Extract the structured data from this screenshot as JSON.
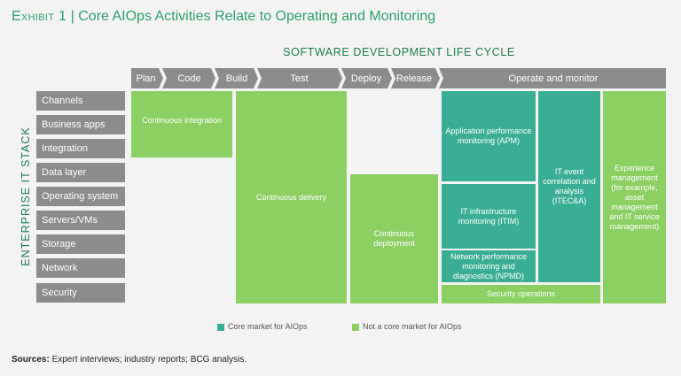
{
  "title": {
    "exhibit": "Exhibit 1",
    "separator": "|",
    "text": "Core AIOps Activities Relate to Operating and Monitoring"
  },
  "sdlc_label": "SOFTWARE DEVELOPMENT LIFE CYCLE",
  "stack_label": "ENTERPRISE IT STACK",
  "steps": [
    "Plan",
    "Code",
    "Build",
    "Test",
    "Deploy",
    "Release",
    "Operate and monitor"
  ],
  "layers": [
    "Channels",
    "Business apps",
    "Integration",
    "Data layer",
    "Operating system",
    "Servers/VMs",
    "Storage",
    "Network",
    "Security"
  ],
  "boxes": {
    "ci": "Continuous integration",
    "cd": "Continuous delivery",
    "cdep": "Continuous deployment",
    "apm": "Application performance monitoring (APM)",
    "itim": "IT infrastructure monitoring (ITIM)",
    "npmd": "Network performance monitoring and diagnostics (NPMD)",
    "itec": "IT event correlation and analysis (ITEC&A)",
    "exp": "Experience management (for example, asset management and IT service management)",
    "secops": "Security operations"
  },
  "legend": {
    "core": "Core market for AIOps",
    "noncore": "Not a core market for AIOps"
  },
  "colors": {
    "core": "#3aae94",
    "noncore": "#8ccf63",
    "gray": "#8c8c8c"
  },
  "sources": {
    "label": "Sources:",
    "text": " Expert interviews; industry reports; BCG analysis."
  }
}
